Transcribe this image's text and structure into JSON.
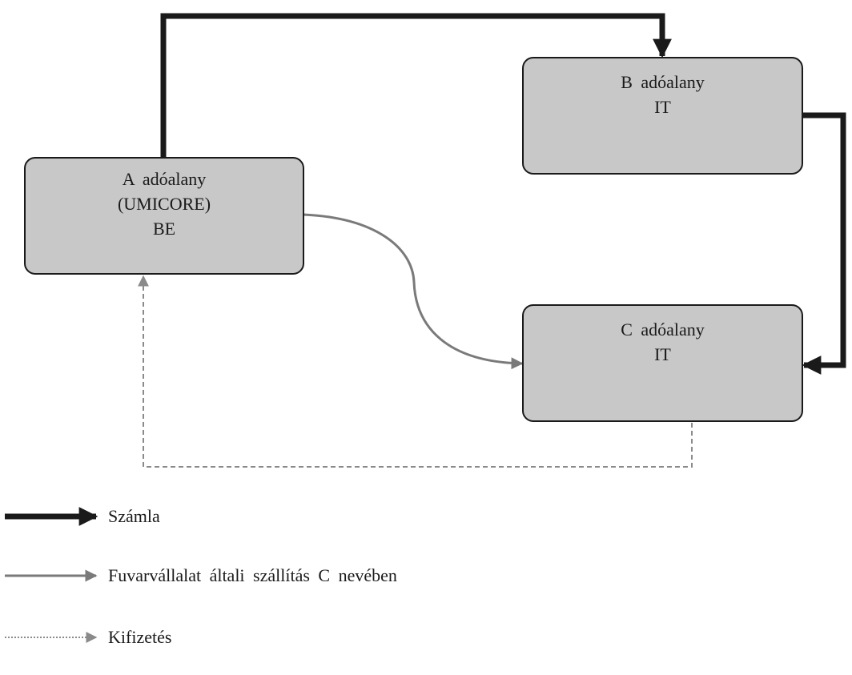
{
  "nodes": {
    "a": {
      "line1": "A adóalany",
      "line2": "(UMICORE)",
      "line3": "BE"
    },
    "b": {
      "line1": "B adóalany",
      "line2": "IT"
    },
    "c": {
      "line1": "C adóalany",
      "line2": "IT"
    }
  },
  "legend": {
    "invoice": "Számla",
    "transport": "Fuvarvállalat általi szállítás C nevében",
    "payment": "Kifizetés"
  },
  "colors": {
    "box_fill": "#c8c8c8",
    "invoice_line": "#1a1a1a",
    "transport_line": "#7a7a7a",
    "payment_line": "#8a8a8a"
  }
}
